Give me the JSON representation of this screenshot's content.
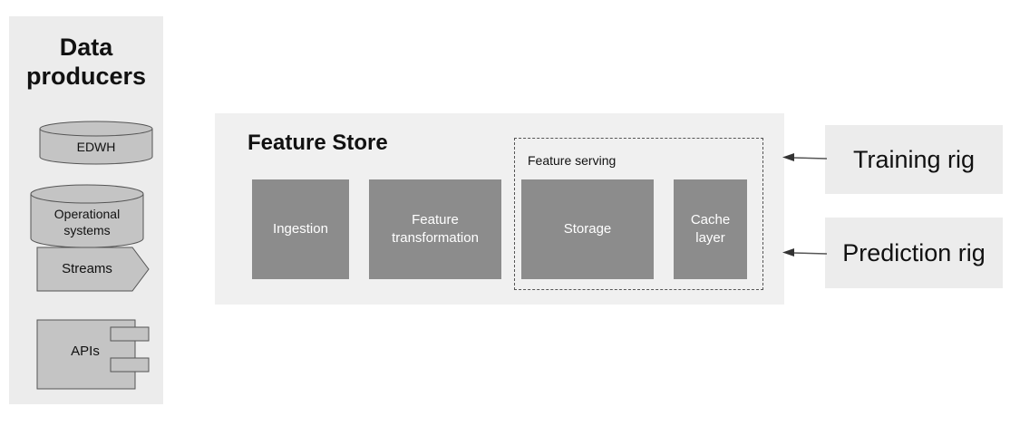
{
  "producers": {
    "title": "Data\nproducers",
    "items": [
      {
        "label": "EDWH",
        "shape": "database-cylinder"
      },
      {
        "label": "Operational\nsystems",
        "shape": "database-cylinder"
      },
      {
        "label": "Streams",
        "shape": "pentagon-arrow"
      },
      {
        "label": "APIs",
        "shape": "component"
      }
    ]
  },
  "feature_store": {
    "title": "Feature Store",
    "components": [
      {
        "label": "Ingestion"
      },
      {
        "label": "Feature\ntransformation"
      }
    ],
    "serving": {
      "label": "Feature serving",
      "components": [
        {
          "label": "Storage"
        },
        {
          "label": "Cache\nlayer"
        }
      ]
    }
  },
  "rigs": [
    {
      "label": "Training rig"
    },
    {
      "label": "Prediction rig"
    }
  ],
  "colors": {
    "panel_bg": "#ececec",
    "component_fill": "#8c8c8c",
    "shape_fill": "#c4c4c4",
    "stroke": "#555555"
  }
}
